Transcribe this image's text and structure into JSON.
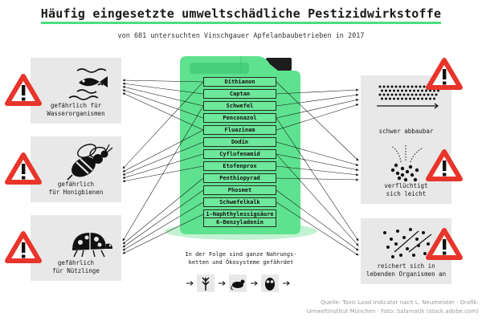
{
  "title": "Häufig eingesetzte umweltschädliche Pestizidwirkstoffe",
  "subtitle": "von 681 untersuchten Vinschgauer Apfelanbaubetrieben in 2017",
  "substances": [
    "Dithianon",
    "Captan",
    "Schwefel",
    "Penconazol",
    "Fluazinam",
    "Dodin",
    "Cyflufenamid",
    "Etofenprox",
    "Penthiopyrad",
    "Phosmet",
    "Schwefelkalk",
    "1-Naphthylessigsäure",
    "6-Benzyladenin"
  ],
  "left_panels": [
    {
      "icon": "fish-icon",
      "label": "gefährlich für\nWasserorganismen"
    },
    {
      "icon": "bee-icon",
      "label": "gefährlich\nfür Honigbienen"
    },
    {
      "icon": "ladybug-icon",
      "label": "gefährlich\nfür Nützlinge"
    }
  ],
  "right_panels": [
    {
      "icon": "particles-arrow-icon",
      "label": "schwer abbaubar"
    },
    {
      "icon": "particles-rising-icon",
      "label": "verflüchtigt\nsich leicht"
    },
    {
      "icon": "particles-accumulate-icon",
      "label": "reichert sich in\nlebenden Organismen an"
    }
  ],
  "food_chain_note": "In der Folge sind ganze Nahrungs-\nketten und Ökosysteme gefährdet",
  "food_chain_icons": [
    "wheat-icon",
    "mouse-icon",
    "owl-icon"
  ],
  "source": "Quelle: Toxic Load Indicator nach L. Neumeister · Grafik:\nUmweltinstitut München · Foto: Salamatik (stock.adobe.com)",
  "colors": {
    "accent": "#4ade80",
    "canister": "#5ee28f",
    "warning": "#e8342a",
    "panel": "#e7e8e7"
  }
}
